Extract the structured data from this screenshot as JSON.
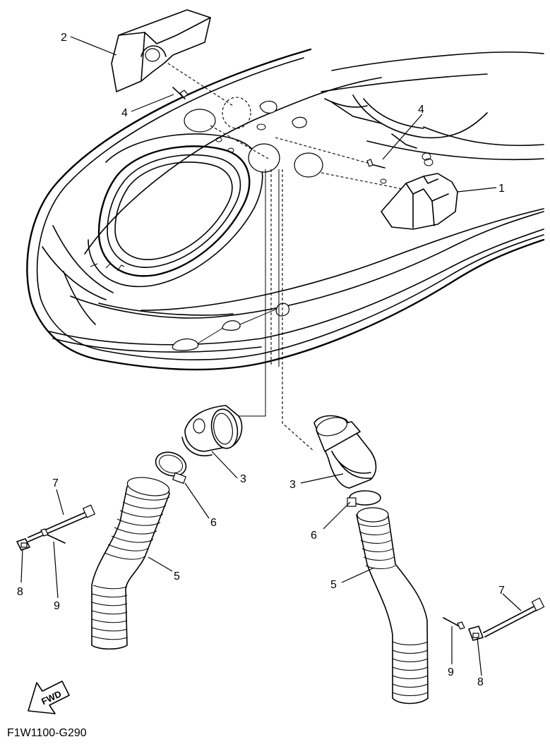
{
  "diagram": {
    "drawing_code": "F1W1100-G290",
    "direction_label": "FWD",
    "callouts": [
      "1",
      "2",
      "3",
      "3",
      "4",
      "4",
      "5",
      "5",
      "6",
      "6",
      "7",
      "7",
      "8",
      "8",
      "9",
      "9"
    ]
  }
}
